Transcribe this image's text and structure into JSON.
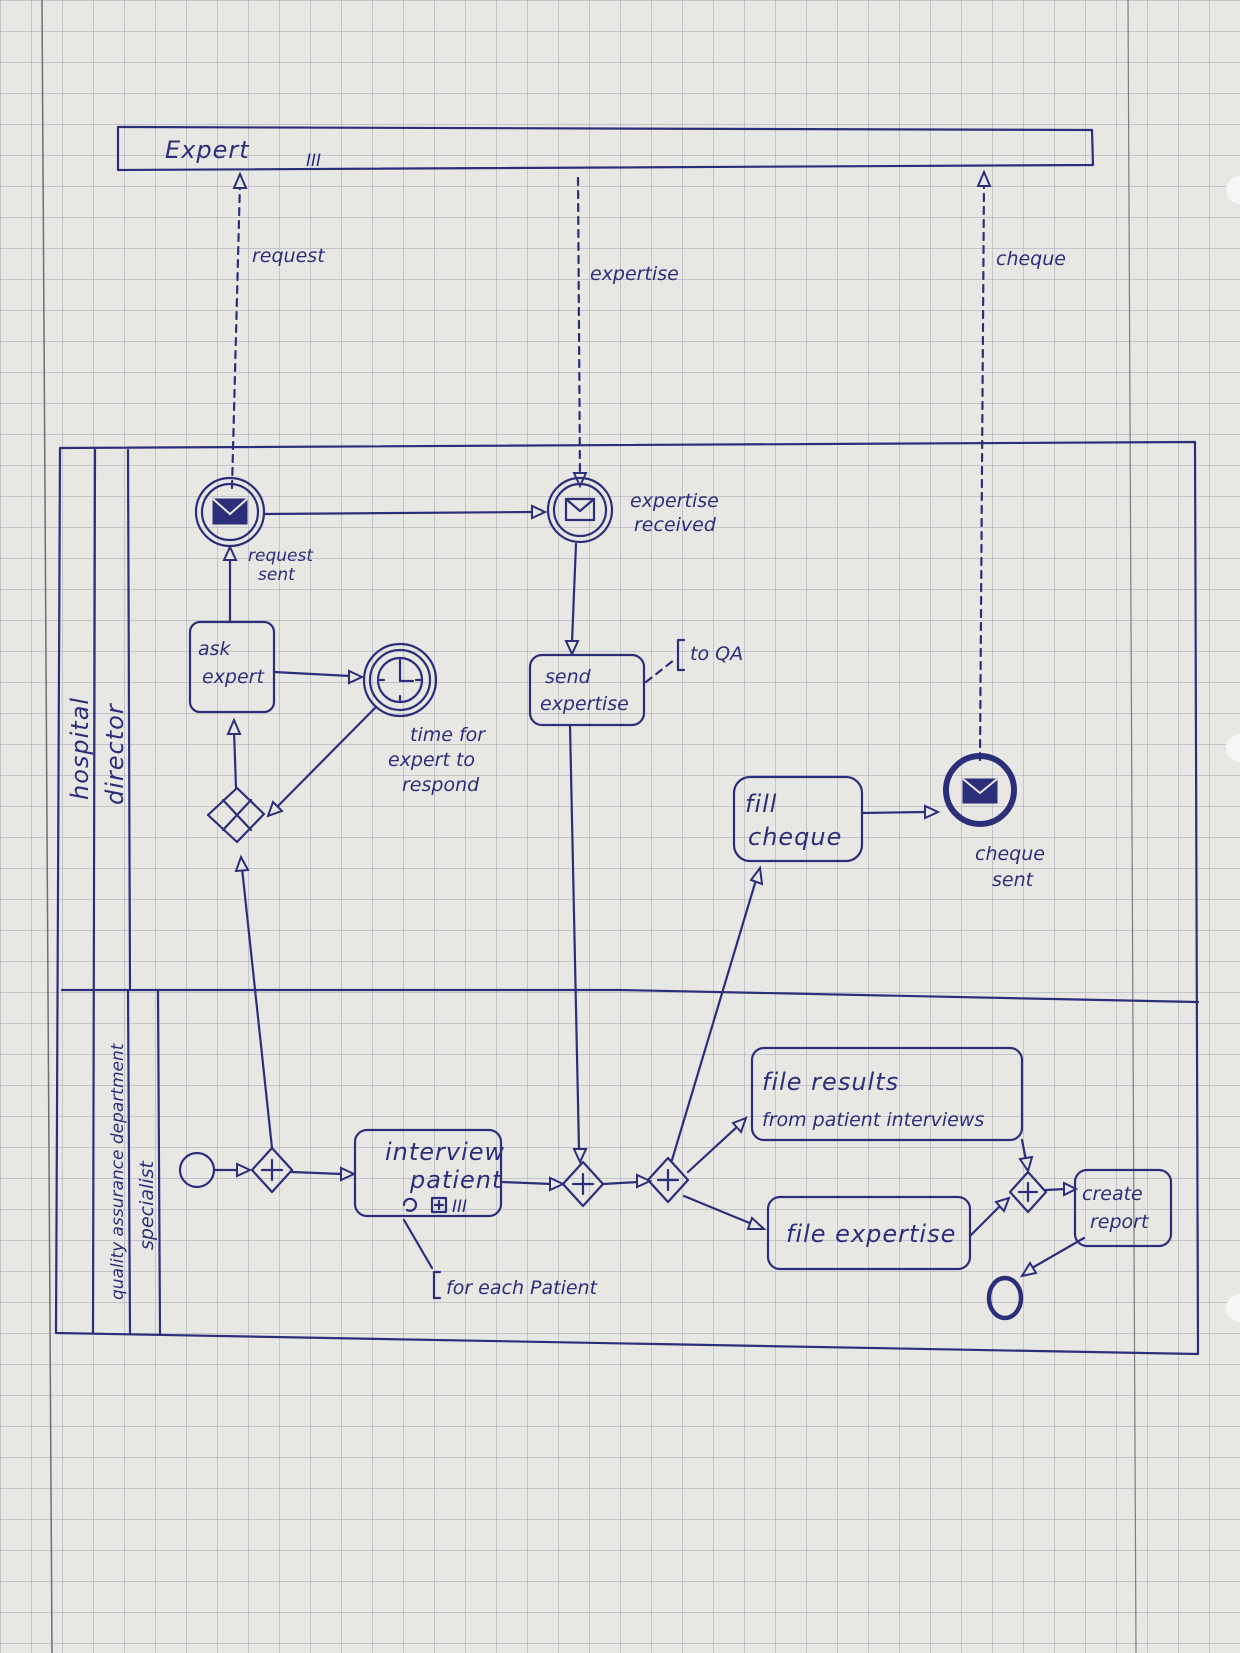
{
  "colors": {
    "paper": "#e9e7e4",
    "grid": "#a9b0ba",
    "ink": "#2b2f7a"
  },
  "pools": {
    "expert": {
      "label": "Expert",
      "marker": "III"
    },
    "hospital": {
      "label": "hospital",
      "lanes": [
        {
          "label": "director"
        },
        {
          "label": "quality assurance department"
        },
        {
          "label": "specialist"
        }
      ]
    }
  },
  "message_flows": {
    "request": "request",
    "expertise": "expertise",
    "cheque": "cheque"
  },
  "events": {
    "request_sent": [
      "request",
      "sent"
    ],
    "expertise_received": [
      "expertise",
      "received"
    ],
    "timer": [
      "time for",
      "expert to",
      "respond"
    ],
    "cheque_sent": [
      "cheque",
      "sent"
    ]
  },
  "tasks": {
    "ask_expert": [
      "ask",
      "expert"
    ],
    "send_expertise": [
      "send",
      "expertise"
    ],
    "fill_cheque": [
      "fill",
      "cheque"
    ],
    "interview_patient": [
      "interview",
      "patient"
    ],
    "file_results": [
      "file results",
      "from patient interviews"
    ],
    "file_expertise": [
      "file expertise"
    ],
    "create_report": [
      "create",
      "report"
    ]
  },
  "annotations": {
    "to_qa": "to QA",
    "for_each_patient": "for each Patient"
  },
  "icons": {
    "message": "envelope-icon",
    "timer": "clock-icon",
    "parallel": "plus-icon",
    "exclusive": "x-icon",
    "loop": "loop-icon",
    "subprocess": "subprocess-plus-icon",
    "multi_instance": "multi-instance-icon"
  }
}
